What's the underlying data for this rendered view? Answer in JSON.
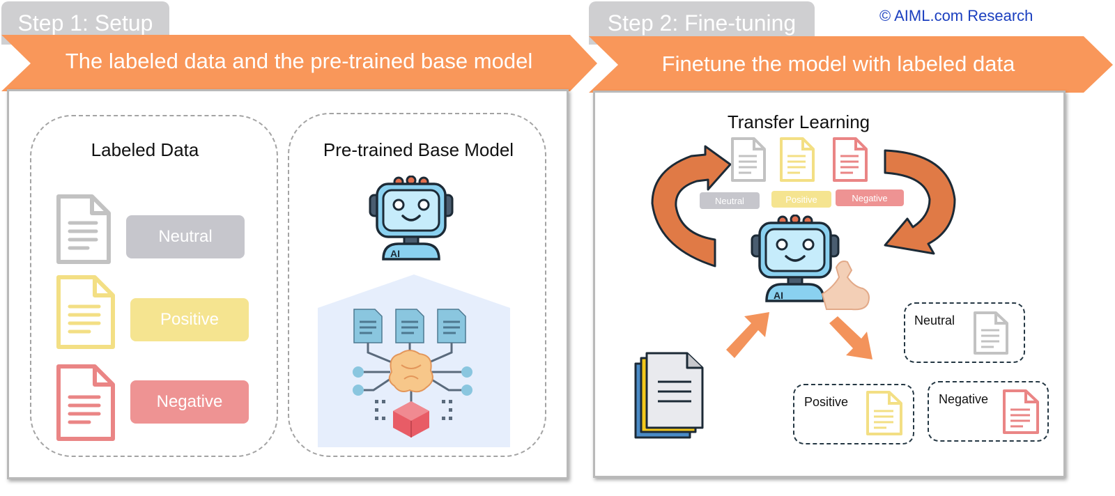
{
  "copyright": "© AIML.com Research",
  "step1": {
    "tab": "Step 1: Setup",
    "banner": "The labeled data and the pre-trained base model",
    "labeled_data": {
      "title": "Labeled Data",
      "labels": [
        "Neutral",
        "Positive",
        "Negative"
      ]
    },
    "base_model": {
      "title": "Pre-trained Base Model",
      "robot_badge": "AI"
    }
  },
  "step2": {
    "tab": "Step 2: Fine-tuning",
    "banner": "Finetune the model with labeled data",
    "transfer_title": "Transfer Learning",
    "doc_labels": [
      "Neutral",
      "Positive",
      "Negative"
    ],
    "robot_badge": "AI",
    "outputs": [
      "Neutral",
      "Positive",
      "Negative"
    ]
  },
  "colors": {
    "banner": "#f9975a",
    "tab": "#cfcfd1",
    "neutral": "#c6c6cc",
    "positive": "#f5e490",
    "negative": "#ee9393",
    "neutral_doc": "#c2c2c2",
    "positive_doc": "#f3df84",
    "negative_doc": "#ea8585",
    "arrow": "#f3935b",
    "curved_arrow": "#e07a46",
    "robot_screen": "#8ad1f0",
    "copyright": "#1b3fbf"
  }
}
